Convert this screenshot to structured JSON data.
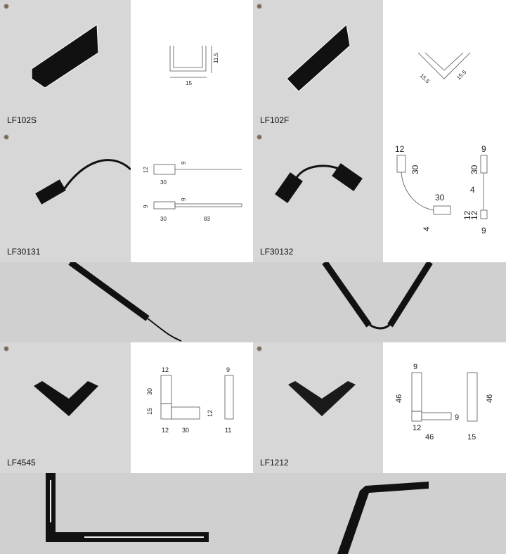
{
  "products": [
    {
      "code": "LF102S",
      "dims": [
        "15",
        "11.5"
      ]
    },
    {
      "code": "LF102F",
      "dims": [
        "15.5",
        "15.5"
      ]
    },
    {
      "code": "LF30131",
      "dims": [
        "12",
        "9",
        "30",
        "9",
        "9",
        "30",
        "83"
      ]
    },
    {
      "code": "LF30132",
      "dims": [
        "12",
        "30",
        "30",
        "4",
        "12",
        "9",
        "30",
        "4",
        "12",
        "9"
      ]
    },
    {
      "code": "LF4545",
      "dims": [
        "12",
        "30",
        "15",
        "12",
        "12",
        "30",
        "9",
        "11"
      ]
    },
    {
      "code": "LF1212",
      "dims": [
        "9",
        "46",
        "12",
        "46",
        "9",
        "46",
        "15"
      ]
    }
  ]
}
